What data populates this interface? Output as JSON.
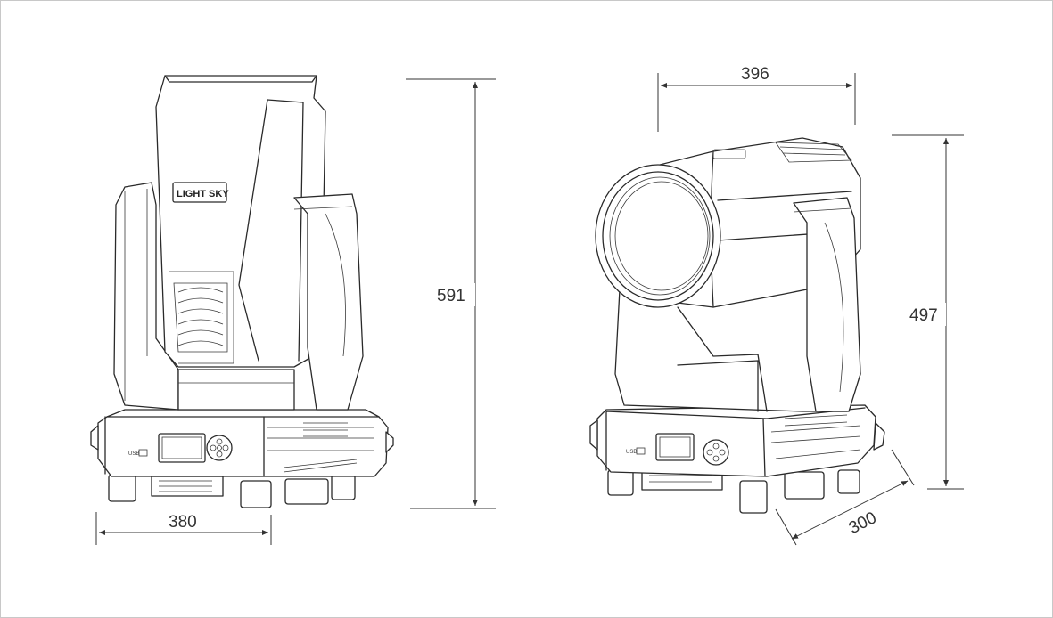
{
  "front_view": {
    "logo_text": "LIGHT SKY",
    "usb_label": "USB",
    "width_dimension": "380",
    "height_dimension": "591"
  },
  "side_view": {
    "width_dimension": "396",
    "height_dimension": "497",
    "depth_dimension": "300",
    "usb_label": "USB"
  }
}
